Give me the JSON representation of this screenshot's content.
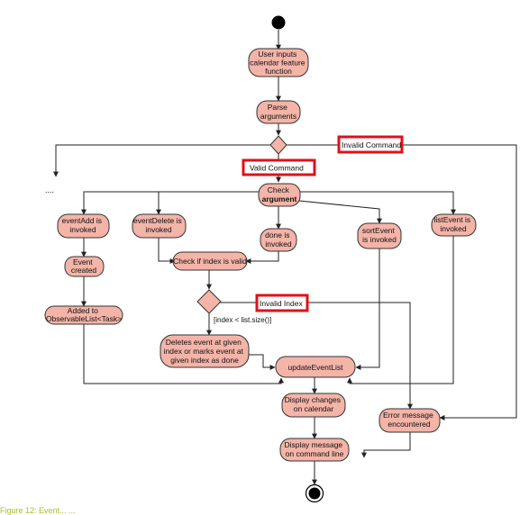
{
  "nodes": {
    "user_inputs": [
      "User inputs",
      "calendar feature",
      "function"
    ],
    "parse_args": [
      "Parse",
      "arguments"
    ],
    "check_argument": [
      "Check",
      "argument"
    ],
    "event_add": [
      "eventAdd is",
      "invoked"
    ],
    "event_delete": [
      "eventDelete is",
      "invoked"
    ],
    "done": [
      "done is",
      "invoked"
    ],
    "sort_event": [
      "sortEvent",
      "is invoked"
    ],
    "list_event": [
      "listEvent is",
      "invoked"
    ],
    "event_created": [
      "Event",
      "created"
    ],
    "added_to_list": [
      "Added to",
      "ObservableList<Task>"
    ],
    "check_index": [
      "Check if index is valid"
    ],
    "deletes_event": [
      "Deletes event at given",
      "index or marks event at",
      "given index as done"
    ],
    "update_event_list": [
      "updateEventList"
    ],
    "display_changes": [
      "Display changes",
      "on calendar"
    ],
    "error_message": [
      "Error message",
      "encountered"
    ],
    "display_message": [
      "Display message",
      "on command line"
    ]
  },
  "guards": {
    "invalid_command": "Invalid Command",
    "valid_command": "Valid Command",
    "invalid_index": "Invalid Index",
    "index_condition": "[index < list.size()]",
    "ellipsis": "...."
  },
  "caption": "Figure 12: Event... ...",
  "colors": {
    "node_fill": "#f4b4a8",
    "node_stroke": "#333333",
    "highlight": "#e0101a",
    "line": "#222222"
  }
}
